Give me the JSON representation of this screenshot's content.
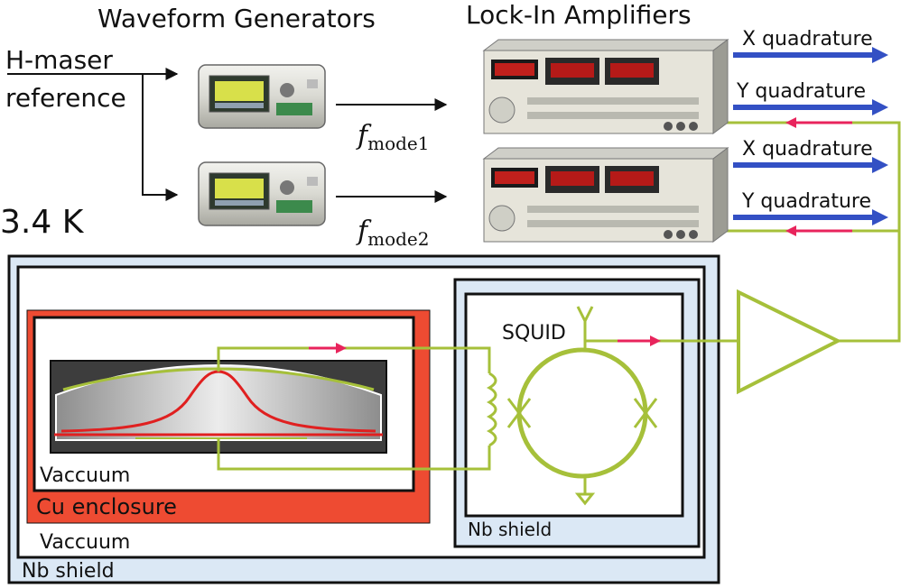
{
  "headings": {
    "waveform_generators": "Waveform Generators",
    "lock_in_amplifiers": "Lock-In Amplifiers"
  },
  "reference": {
    "line1": "H-maser",
    "line2": "reference"
  },
  "frequencies": {
    "f_symbol": "f",
    "mode1_sub": "mode1",
    "mode2_sub": "mode2"
  },
  "temperature": "3.4 K",
  "outputs": {
    "x": "X quadrature",
    "y": "Y quadrature"
  },
  "squid_label": "SQUID",
  "labels": {
    "vacuum_inner": "Vaccuum",
    "cu_enclosure": "Cu enclosure",
    "vacuum_outer": "Vaccuum",
    "nb_shield_inner": "Nb shield",
    "nb_shield_outer": "Nb shield"
  },
  "colors": {
    "green_wire": "#a6c03a",
    "red_signal": "#e8245c",
    "blue_arrow": "#3350c4",
    "cu_red": "#ee4b32",
    "cryostat_blue": "#dbe8f5",
    "mode_curve": "#e02020"
  }
}
